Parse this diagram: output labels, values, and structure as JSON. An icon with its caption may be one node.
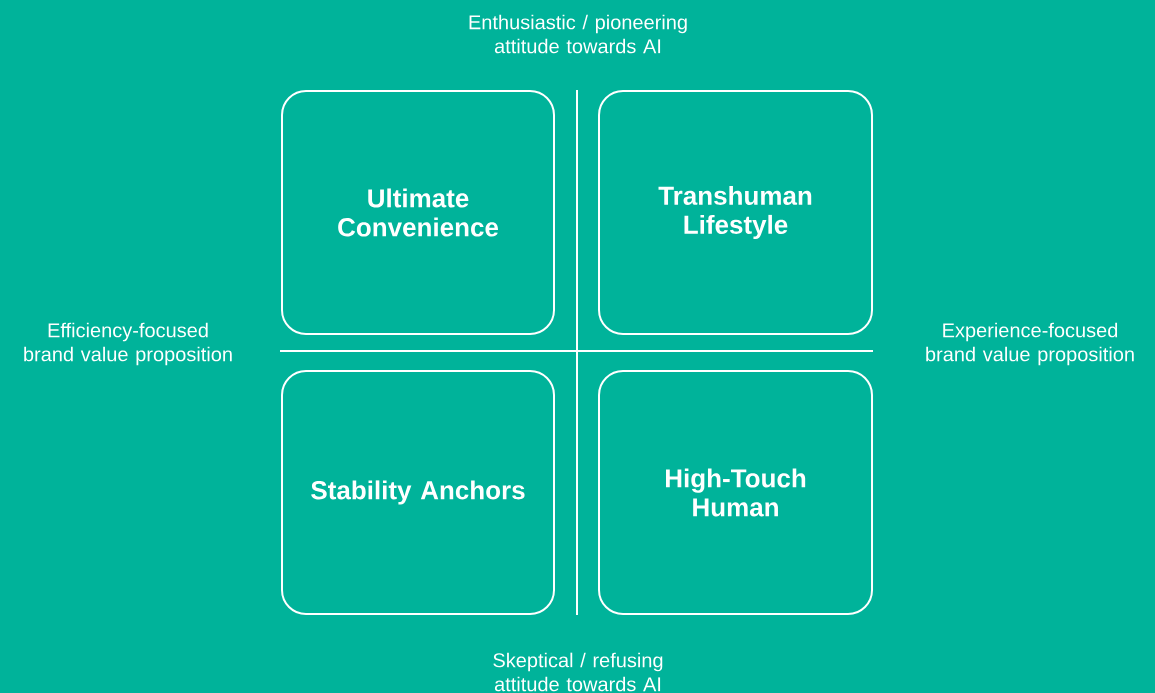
{
  "diagram": {
    "nodes": [
      {
        "text": [
          "Ultimate Convenience"
        ]
      },
      {
        "text": [
          "Transhuman Lifestyle"
        ]
      },
      {
        "text": [
          "Stability Anchors"
        ]
      },
      {
        "text": [
          "High-Touch Human"
        ]
      }
    ],
    "labels": [
      "Enthusiastic / pioneering attitude towards AI",
      "Efficiency-focused brand value proposition",
      "Experience-focused brand value proposition",
      "Skeptical / refusing attitude towards AI"
    ]
  }
}
